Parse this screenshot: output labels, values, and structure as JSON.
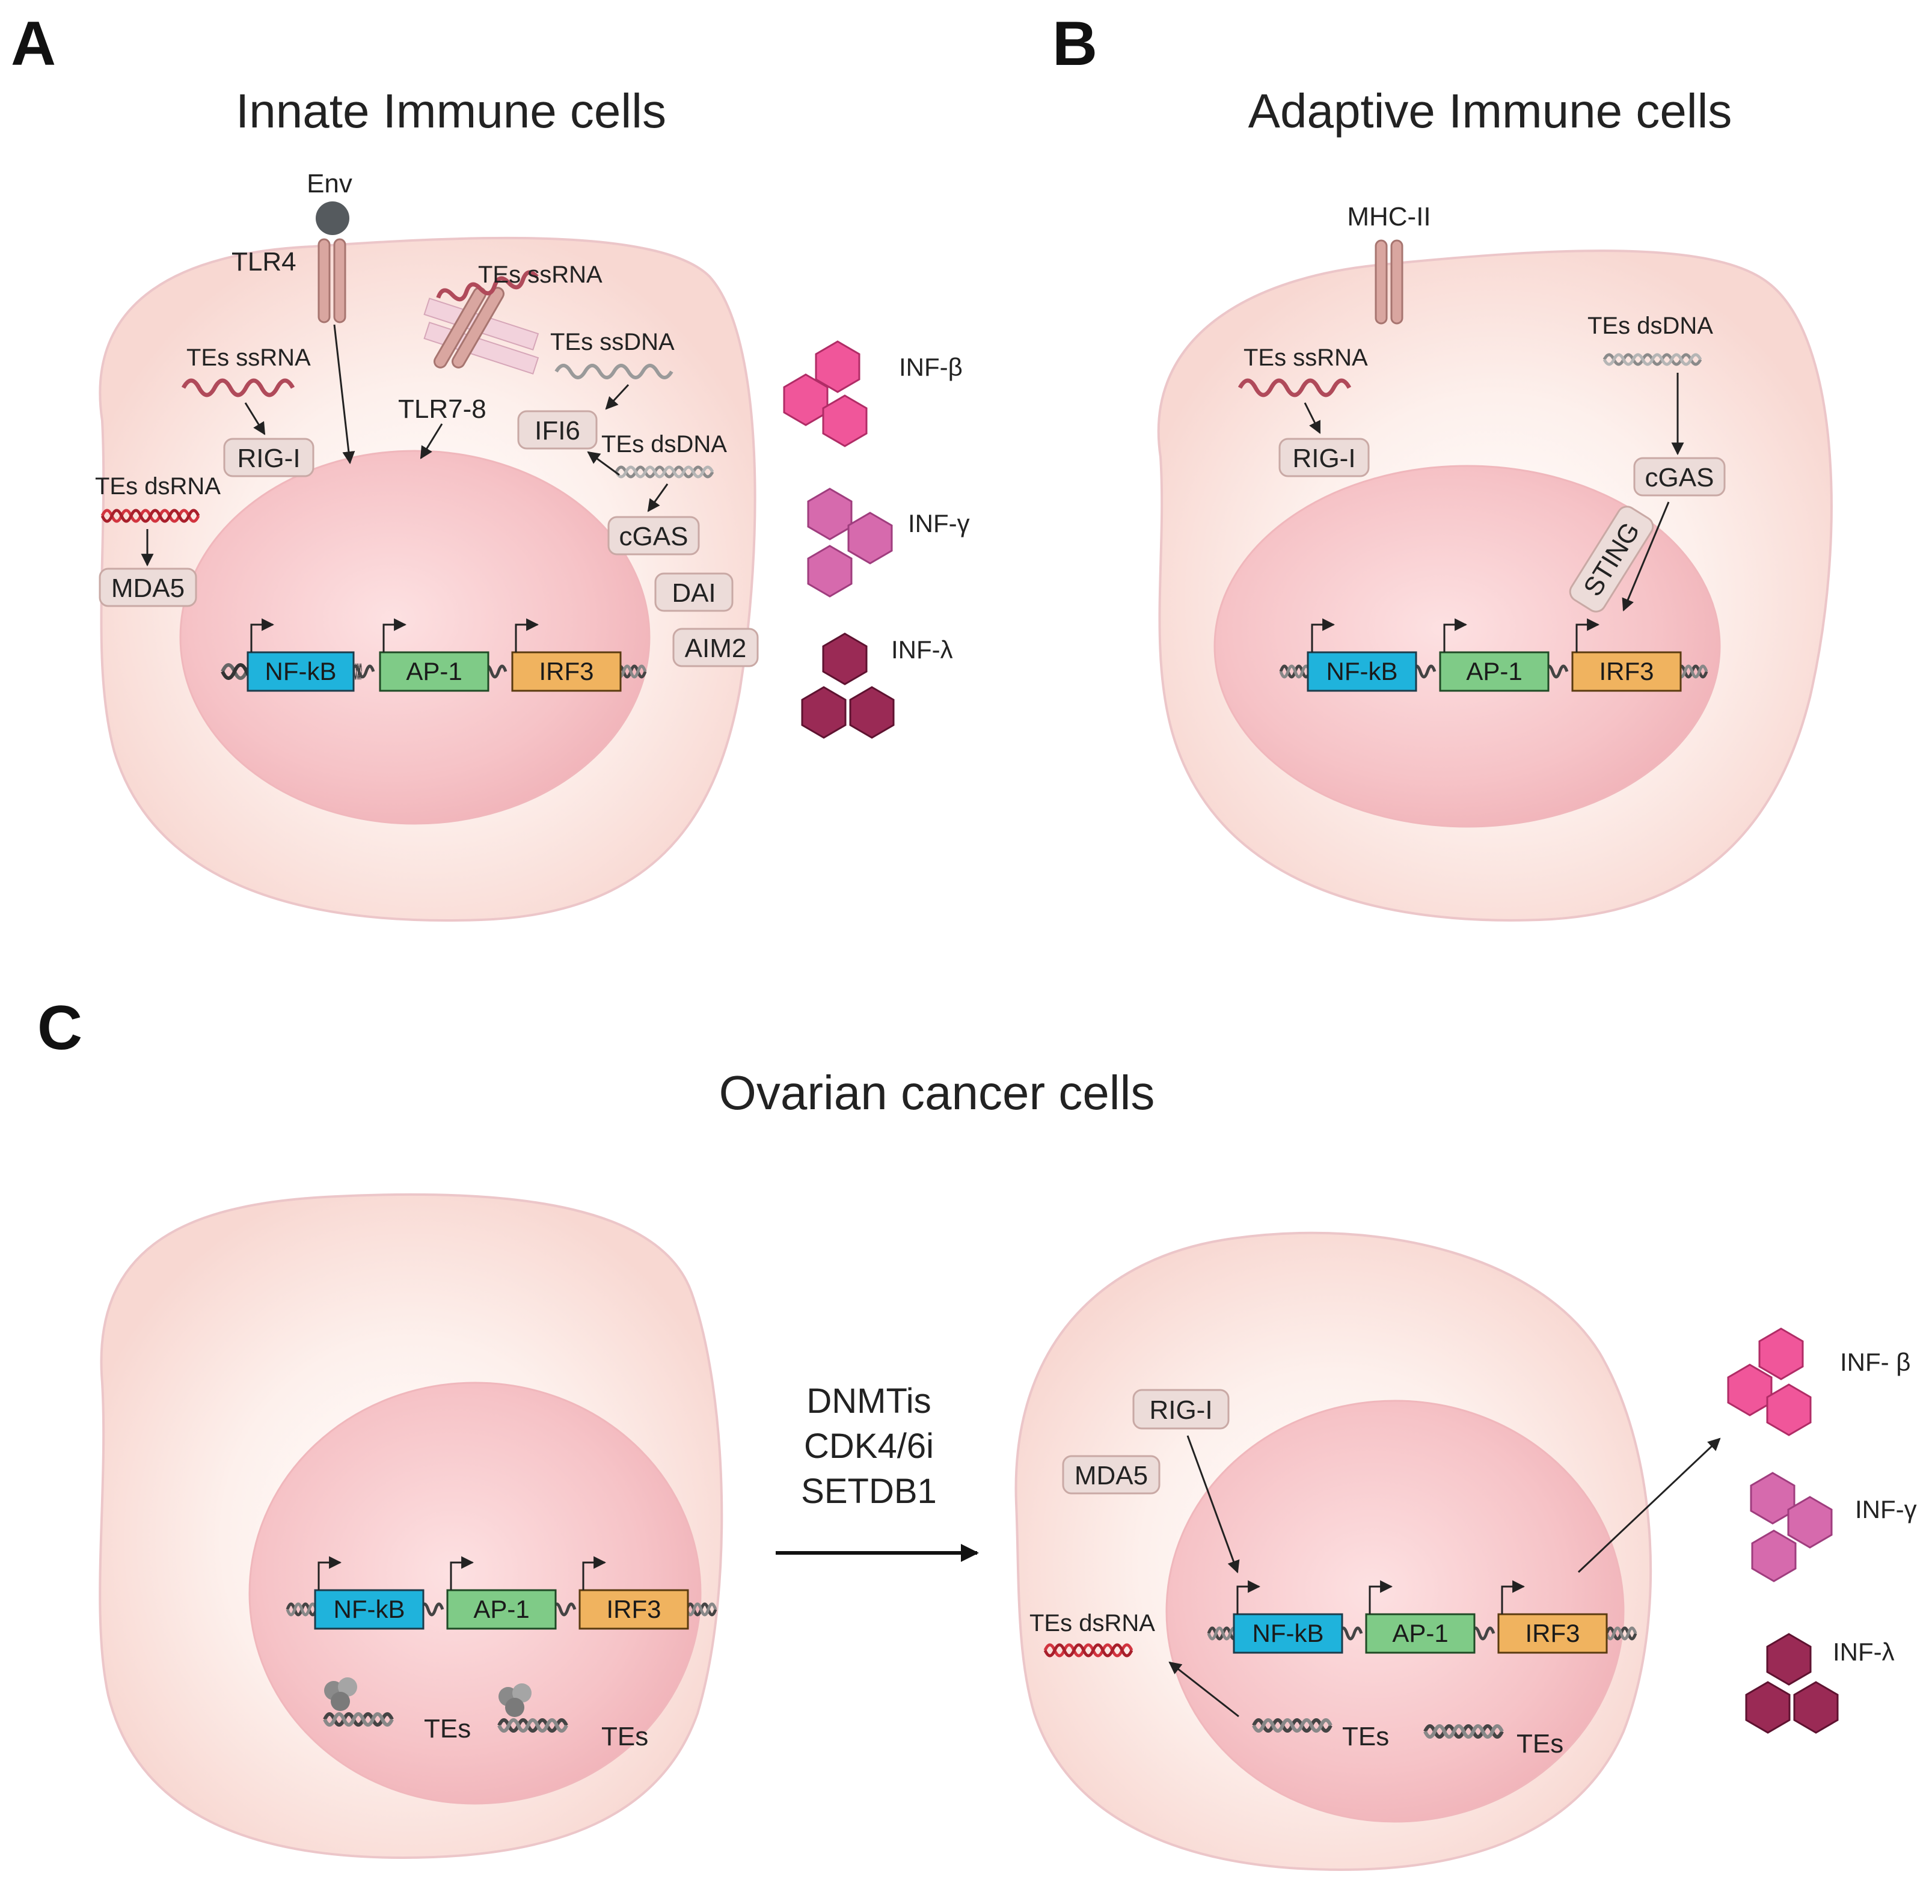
{
  "panels": {
    "a": {
      "letter": "A",
      "title": "Innate Immune cells",
      "env_label": "Env",
      "tlr4_label": "TLR4",
      "tlr78_label": "TLR7-8",
      "tes_ssrna_top": "TEs ssRNA",
      "tes_ssrna_left": "TEs ssRNA",
      "tes_ssdna": "TEs ssDNA",
      "tes_dsdna": "TEs dsDNA",
      "tes_dsrna": "TEs dsRNA",
      "rigi": "RIG-I",
      "mda5": "MDA5",
      "ifi6": "IFI6",
      "cgas": "cGAS",
      "dai": "DAI",
      "aim2": "AIM2",
      "genes": [
        "NF-kB",
        "AP-1",
        "IRF3"
      ],
      "inf": [
        "INF-β",
        "INF-γ",
        "INF-λ"
      ]
    },
    "b": {
      "letter": "B",
      "title": "Adaptive Immune cells",
      "mhc_label": "MHC-II",
      "tes_ssrna": "TEs ssRNA",
      "tes_dsdna": "TEs dsDNA",
      "rigi": "RIG-I",
      "cgas": "cGAS",
      "sting": "STING",
      "genes": [
        "NF-kB",
        "AP-1",
        "IRF3"
      ]
    },
    "c": {
      "letter": "C",
      "title": "Ovarian cancer cells",
      "drugs": [
        "DNMTis",
        "CDK4/6i",
        "SETDB1"
      ],
      "left_genes": [
        "NF-kB",
        "AP-1",
        "IRF3"
      ],
      "left_tes": [
        "TEs",
        "TEs"
      ],
      "right_genes": [
        "NF-kB",
        "AP-1",
        "IRF3"
      ],
      "right_tes": [
        "TEs",
        "TEs"
      ],
      "rigi": "RIG-I",
      "mda5": "MDA5",
      "tes_dsrna": "TEs dsRNA",
      "inf": [
        "INF- β",
        "INF-γ",
        "INF-λ"
      ]
    }
  },
  "colors": {
    "cell_outer": "#fbe3df",
    "nucleus": "#f7c4c8",
    "nfkb": "#1fb3dc",
    "ap1": "#7fcb87",
    "irf3": "#f0b35f",
    "protein_box": "#ecdcd9",
    "inf_beta": "#f0569a",
    "inf_gamma": "#d66aad",
    "inf_lambda": "#9a2a55",
    "ssrna": "#b04a5a",
    "dsrna": "#d2343f",
    "dna": "#9a9a9a",
    "receptor": "#d9a6a0"
  }
}
